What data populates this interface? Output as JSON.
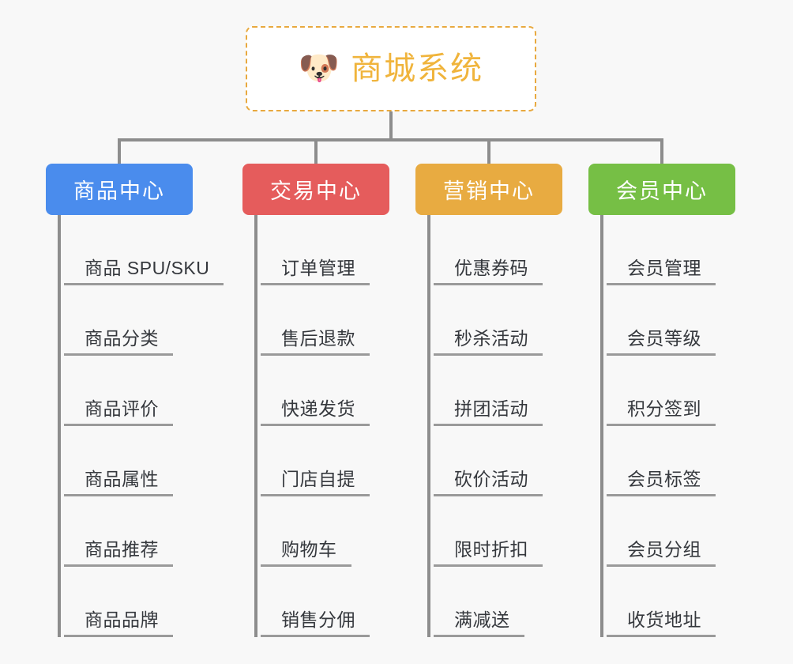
{
  "page": {
    "background_color": "#f8f8f8",
    "line_color": "#8d8d8d",
    "leaf_text_color": "#35383d",
    "leaf_underline_color": "#9a9a9a"
  },
  "root": {
    "title": "商城系统",
    "icon": "shiba-dog-face-emoji",
    "icon_glyph": "🐶",
    "text_color": "#f0b43c",
    "border_color": "#e8a93f",
    "background_color": "#ffffff",
    "border_style": "dashed"
  },
  "columns": [
    {
      "id": "product-center",
      "title": "商品中心",
      "color": "#4a8ced",
      "items": [
        "商品 SPU/SKU",
        "商品分类",
        "商品评价",
        "商品属性",
        "商品推荐",
        "商品品牌"
      ]
    },
    {
      "id": "trade-center",
      "title": "交易中心",
      "color": "#e55c5c",
      "items": [
        "订单管理",
        "售后退款",
        "快递发货",
        "门店自提",
        "购物车",
        "销售分佣"
      ]
    },
    {
      "id": "marketing-center",
      "title": "营销中心",
      "color": "#e8ab41",
      "items": [
        "优惠券码",
        "秒杀活动",
        "拼团活动",
        "砍价活动",
        "限时折扣",
        "满减送"
      ]
    },
    {
      "id": "member-center",
      "title": "会员中心",
      "color": "#76bf45",
      "items": [
        "会员管理",
        "会员等级",
        "积分签到",
        "会员标签",
        "会员分组",
        "收货地址"
      ]
    }
  ]
}
